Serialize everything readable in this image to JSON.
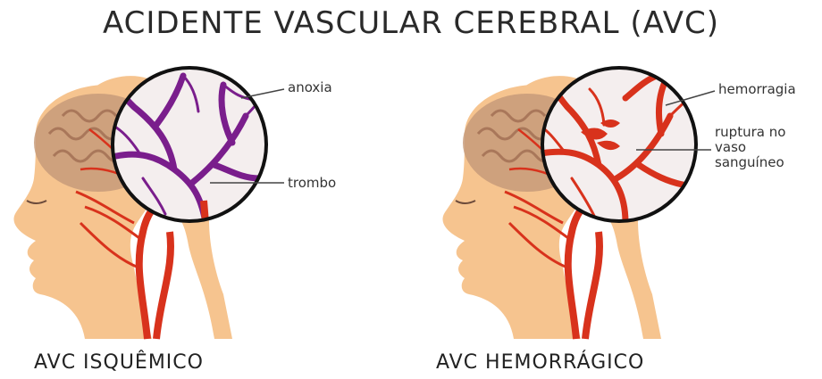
{
  "title": "ACIDENTE VASCULAR CEREBRAL (AVC)",
  "left_panel": {
    "caption": "AVC ISQUÊMICO",
    "callouts": {
      "anoxia": "anoxia",
      "trombo": "trombo"
    }
  },
  "right_panel": {
    "caption": "AVC HEMORRÁGICO",
    "callouts": {
      "hemorragia": "hemorragia",
      "ruptura_line1": "ruptura no",
      "ruptura_line2": "vaso",
      "ruptura_line3": "sanguíneo"
    }
  },
  "colors": {
    "skin": "#f6c48f",
    "skin_shadow": "#e9a86d",
    "brain": "#c79b7a",
    "artery": "#d8321c",
    "thrombus_vessel": "#7a1e8c",
    "lens_bg": "#f4eeee"
  }
}
